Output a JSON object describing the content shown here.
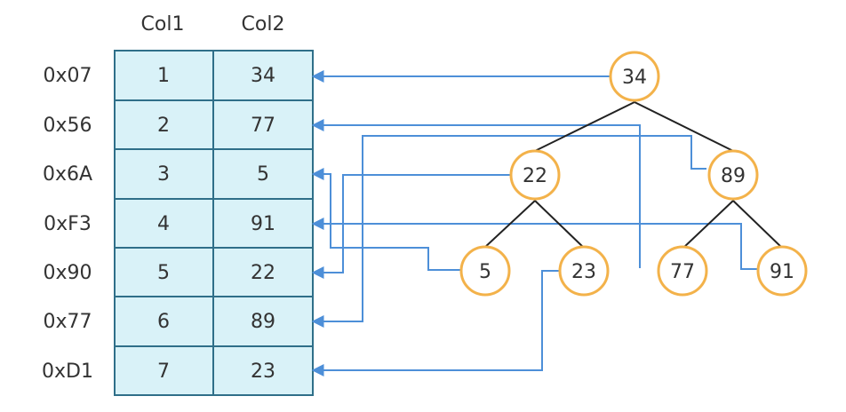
{
  "table": {
    "headers": [
      "Col1",
      "Col2"
    ],
    "rows": [
      {
        "address": "0x07",
        "col1": "1",
        "col2": "34"
      },
      {
        "address": "0x56",
        "col1": "2",
        "col2": "77"
      },
      {
        "address": "0x6A",
        "col1": "3",
        "col2": "5"
      },
      {
        "address": "0xF3",
        "col1": "4",
        "col2": "91"
      },
      {
        "address": "0x90",
        "col1": "5",
        "col2": "22"
      },
      {
        "address": "0x77",
        "col1": "6",
        "col2": "89"
      },
      {
        "address": "0xD1",
        "col1": "7",
        "col2": "23"
      }
    ]
  },
  "tree": {
    "nodes": [
      {
        "id": "n34",
        "label": "34"
      },
      {
        "id": "n22",
        "label": "22"
      },
      {
        "id": "n89",
        "label": "89"
      },
      {
        "id": "n5",
        "label": "5"
      },
      {
        "id": "n23",
        "label": "23"
      },
      {
        "id": "n77",
        "label": "77"
      },
      {
        "id": "n91",
        "label": "91"
      }
    ],
    "edges": [
      [
        "n34",
        "n22"
      ],
      [
        "n34",
        "n89"
      ],
      [
        "n22",
        "n5"
      ],
      [
        "n22",
        "n23"
      ],
      [
        "n89",
        "n77"
      ],
      [
        "n89",
        "n91"
      ]
    ],
    "pointers": [
      {
        "from": "n34",
        "to_row": 0
      },
      {
        "from": "n77",
        "to_row": 1
      },
      {
        "from": "n5",
        "to_row": 2
      },
      {
        "from": "n91",
        "to_row": 3
      },
      {
        "from": "n22",
        "to_row": 4
      },
      {
        "from": "n89",
        "to_row": 5
      },
      {
        "from": "n23",
        "to_row": 6
      }
    ]
  },
  "colors": {
    "table_fill": "#d9f2f8",
    "table_border": "#2f6f89",
    "table_inner_border": "#4b8ca6",
    "node_stroke": "#f3b24a",
    "node_fill": "#ffffff",
    "tree_edge": "#222222",
    "pointer_line": "#4d8fd8"
  }
}
